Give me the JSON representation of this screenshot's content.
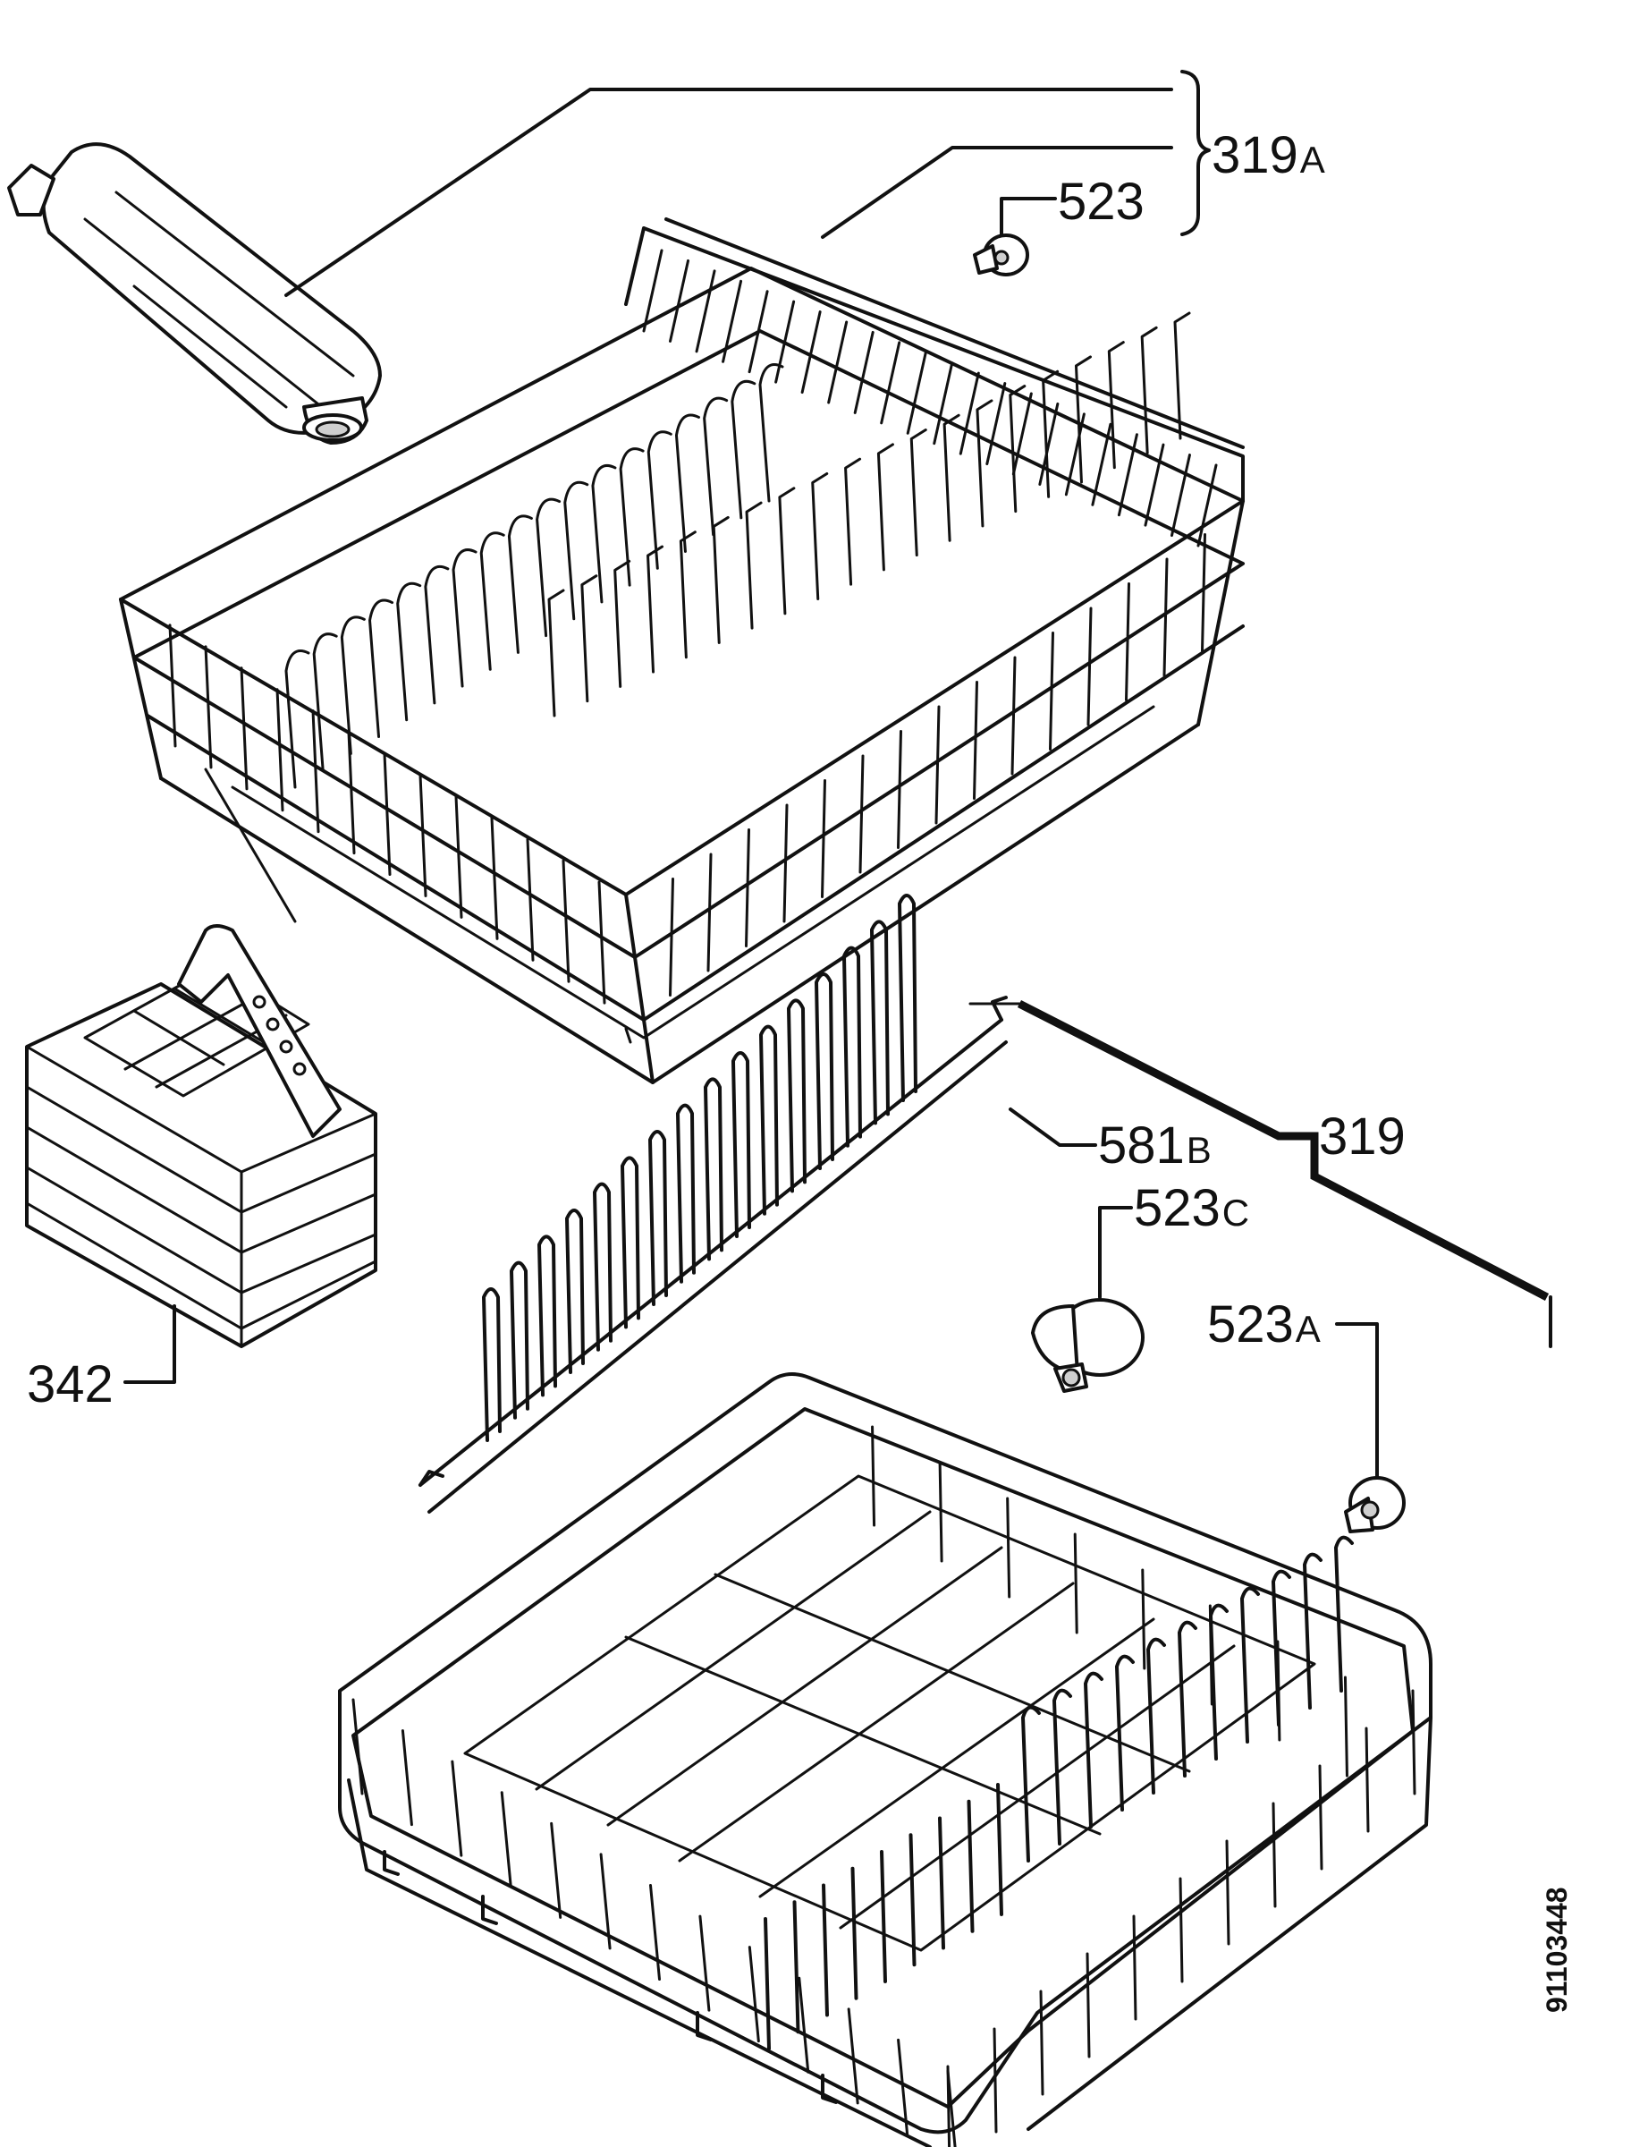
{
  "diagram": {
    "labels": {
      "upper_basket_assembly": {
        "num": "319",
        "suffix": "A"
      },
      "wheel_upper": {
        "num": "523",
        "suffix": ""
      },
      "lower_basket": {
        "num": "319",
        "suffix": ""
      },
      "plate_rack": {
        "num": "581",
        "suffix": "B"
      },
      "wheel_lower_c": {
        "num": "523",
        "suffix": "C"
      },
      "wheel_lower_a": {
        "num": "523",
        "suffix": "A"
      },
      "cutlery_basket": {
        "num": "342",
        "suffix": ""
      }
    },
    "drawing_number": "91103448"
  }
}
